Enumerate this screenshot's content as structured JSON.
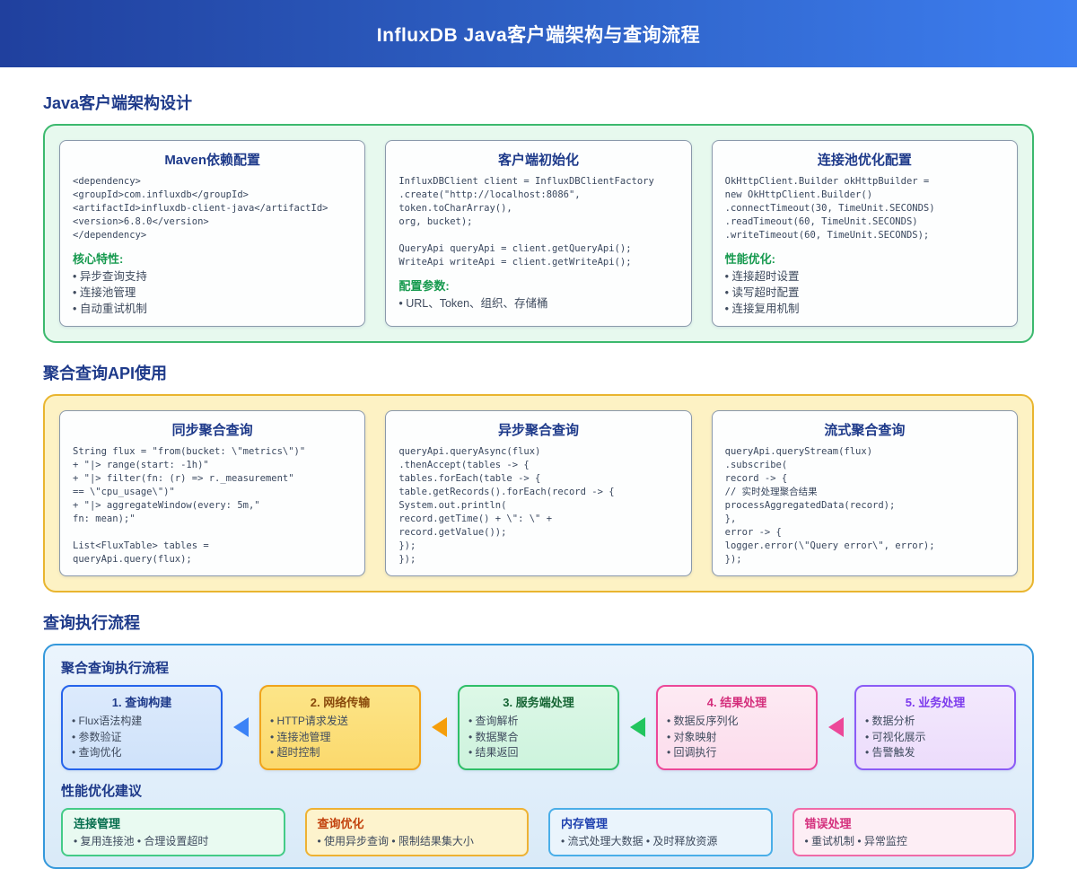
{
  "header": {
    "title": "InfluxDB Java客户端架构与查询流程"
  },
  "palette": {
    "header_gradient_left": "#20409e",
    "header_gradient_right": "#3d7ef0",
    "heading_navy": "#1e3a8a",
    "green_panel_border": "#3cb96e",
    "yellow_panel_border": "#e9b52f",
    "blue_panel_border": "#3498db",
    "feature_label_green": "#179a4f",
    "arrow_colors": [
      "#3b82f6",
      "#f59e0b",
      "#22c55e",
      "#ec4899"
    ]
  },
  "architecture": {
    "heading": "Java客户端架构设计",
    "cards": [
      {
        "title": "Maven依赖配置",
        "code": [
          "<dependency>",
          "<groupId>com.influxdb</groupId>",
          "<artifactId>influxdb-client-java</artifactId>",
          "<version>6.8.0</version>",
          "</dependency>"
        ],
        "label": "核心特性:",
        "bullets": [
          "异步查询支持",
          "连接池管理",
          "自动重试机制"
        ]
      },
      {
        "title": "客户端初始化",
        "code": [
          "InfluxDBClient client = InfluxDBClientFactory",
          ".create(\"http://localhost:8086\",",
          "token.toCharArray(),",
          "org, bucket);",
          "",
          "QueryApi queryApi = client.getQueryApi();",
          "WriteApi writeApi = client.getWriteApi();"
        ],
        "label": "配置参数:",
        "bullets": [
          "URL、Token、组织、存储桶"
        ]
      },
      {
        "title": "连接池优化配置",
        "code": [
          "OkHttpClient.Builder okHttpBuilder =",
          "new OkHttpClient.Builder()",
          ".connectTimeout(30, TimeUnit.SECONDS)",
          ".readTimeout(60, TimeUnit.SECONDS)",
          ".writeTimeout(60, TimeUnit.SECONDS);"
        ],
        "label": "性能优化:",
        "bullets": [
          "连接超时设置",
          "读写超时配置",
          "连接复用机制"
        ]
      }
    ]
  },
  "query_api": {
    "heading": "聚合查询API使用",
    "cards": [
      {
        "title": "同步聚合查询",
        "code": [
          "String flux = \"from(bucket: \\\"metrics\\\")\"",
          "+ \"|> range(start: -1h)\"",
          "+ \"|> filter(fn: (r) => r._measurement\"",
          "== \\\"cpu_usage\\\")\"",
          "+ \"|> aggregateWindow(every: 5m,\"",
          "fn: mean);\"",
          "",
          "List<FluxTable> tables =",
          "queryApi.query(flux);"
        ]
      },
      {
        "title": "异步聚合查询",
        "code": [
          "queryApi.queryAsync(flux)",
          ".thenAccept(tables -> {",
          "tables.forEach(table -> {",
          "table.getRecords().forEach(record -> {",
          "System.out.println(",
          "record.getTime() + \\\": \\\" +",
          "record.getValue());",
          "});",
          "});"
        ]
      },
      {
        "title": "流式聚合查询",
        "code": [
          "queryApi.queryStream(flux)",
          ".subscribe(",
          "record -> {",
          "// 实时处理聚合结果",
          "processAggregatedData(record);",
          "},",
          "error -> {",
          "logger.error(\\\"Query error\\\", error);",
          "});"
        ]
      }
    ]
  },
  "flow": {
    "heading": "查询执行流程",
    "sub_heading": "聚合查询执行流程",
    "steps": [
      {
        "title": "1. 查询构建",
        "items": [
          "Flux语法构建",
          "参数验证",
          "查询优化"
        ]
      },
      {
        "title": "2. 网络传输",
        "items": [
          "HTTP请求发送",
          "连接池管理",
          "超时控制"
        ]
      },
      {
        "title": "3. 服务端处理",
        "items": [
          "查询解析",
          "数据聚合",
          "结果返回"
        ]
      },
      {
        "title": "4. 结果处理",
        "items": [
          "数据反序列化",
          "对象映射",
          "回调执行"
        ]
      },
      {
        "title": "5. 业务处理",
        "items": [
          "数据分析",
          "可视化展示",
          "告警触发"
        ]
      }
    ],
    "tips_heading": "性能优化建议",
    "tips": [
      {
        "title": "连接管理",
        "text": "复用连接池 • 合理设置超时"
      },
      {
        "title": "查询优化",
        "text": "使用异步查询 • 限制结果集大小"
      },
      {
        "title": "内存管理",
        "text": "流式处理大数据 • 及时释放资源"
      },
      {
        "title": "错误处理",
        "text": "重试机制 • 异常监控"
      }
    ]
  }
}
